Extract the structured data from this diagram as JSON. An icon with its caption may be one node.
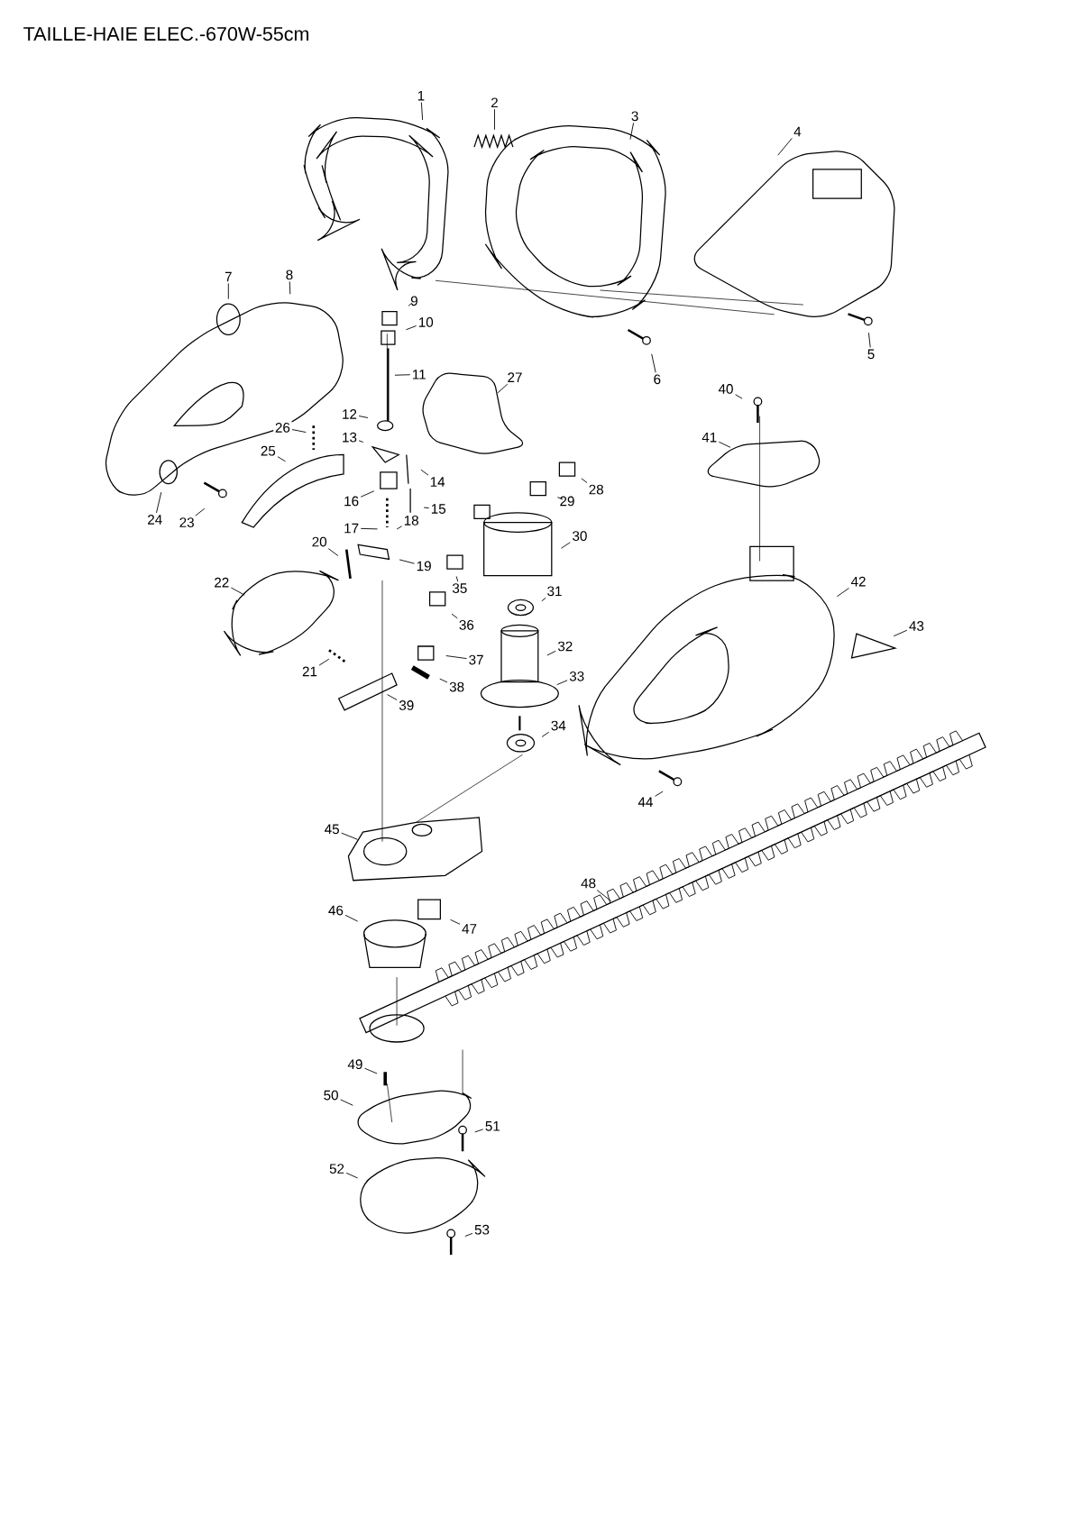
{
  "diagram": {
    "title": "TAILLE-HAIE ELEC.-670W-55cm",
    "nodes": [
      {
        "text": [
          "1"
        ]
      },
      {
        "text": [
          "2"
        ]
      },
      {
        "text": [
          "3"
        ]
      },
      {
        "text": [
          "4"
        ]
      },
      {
        "text": [
          "5"
        ]
      },
      {
        "text": [
          "6"
        ]
      },
      {
        "text": [
          "7"
        ]
      },
      {
        "text": [
          "8"
        ]
      },
      {
        "text": [
          "9"
        ]
      },
      {
        "text": [
          "10"
        ]
      },
      {
        "text": [
          "11"
        ]
      },
      {
        "text": [
          "12"
        ]
      },
      {
        "text": [
          "13"
        ]
      },
      {
        "text": [
          "14"
        ]
      },
      {
        "text": [
          "15"
        ]
      },
      {
        "text": [
          "16"
        ]
      },
      {
        "text": [
          "17"
        ]
      },
      {
        "text": [
          "18"
        ]
      },
      {
        "text": [
          "19"
        ]
      },
      {
        "text": [
          "20"
        ]
      },
      {
        "text": [
          "21"
        ]
      },
      {
        "text": [
          "22"
        ]
      },
      {
        "text": [
          "23"
        ]
      },
      {
        "text": [
          "24"
        ]
      },
      {
        "text": [
          "25"
        ]
      },
      {
        "text": [
          "26"
        ]
      },
      {
        "text": [
          "27"
        ]
      },
      {
        "text": [
          "28"
        ]
      },
      {
        "text": [
          "29"
        ]
      },
      {
        "text": [
          "30"
        ]
      },
      {
        "text": [
          "31"
        ]
      },
      {
        "text": [
          "32"
        ]
      },
      {
        "text": [
          "33"
        ]
      },
      {
        "text": [
          "34"
        ]
      },
      {
        "text": [
          "35"
        ]
      },
      {
        "text": [
          "36"
        ]
      },
      {
        "text": [
          "37"
        ]
      },
      {
        "text": [
          "38"
        ]
      },
      {
        "text": [
          "39"
        ]
      },
      {
        "text": [
          "40"
        ]
      },
      {
        "text": [
          "41"
        ]
      },
      {
        "text": [
          "42"
        ]
      },
      {
        "text": [
          "43"
        ]
      },
      {
        "text": [
          "44"
        ]
      },
      {
        "text": [
          "45"
        ]
      },
      {
        "text": [
          "46"
        ]
      },
      {
        "text": [
          "47"
        ]
      },
      {
        "text": [
          "48"
        ]
      },
      {
        "text": [
          "49"
        ]
      },
      {
        "text": [
          "50"
        ]
      },
      {
        "text": [
          "51"
        ]
      },
      {
        "text": [
          "52"
        ]
      },
      {
        "text": [
          "53"
        ]
      }
    ],
    "edges": [
      {
        "from": 0,
        "to": null,
        "arrow": "none"
      },
      {
        "from": 1,
        "to": null,
        "arrow": "none"
      },
      {
        "from": 2,
        "to": null,
        "arrow": "none"
      },
      {
        "from": 3,
        "to": null,
        "arrow": "none"
      },
      {
        "from": 4,
        "to": null,
        "arrow": "none"
      },
      {
        "from": 5,
        "to": null,
        "arrow": "none"
      },
      {
        "from": 6,
        "to": null,
        "arrow": "none"
      },
      {
        "from": 7,
        "to": null,
        "arrow": "none"
      },
      {
        "from": 8,
        "to": null,
        "arrow": "none"
      },
      {
        "from": 9,
        "to": null,
        "arrow": "none"
      },
      {
        "from": 10,
        "to": null,
        "arrow": "none"
      },
      {
        "from": 11,
        "to": null,
        "arrow": "none"
      },
      {
        "from": 12,
        "to": null,
        "arrow": "none"
      },
      {
        "from": 13,
        "to": null,
        "arrow": "none"
      },
      {
        "from": 14,
        "to": null,
        "arrow": "none"
      },
      {
        "from": 15,
        "to": null,
        "arrow": "none"
      },
      {
        "from": 16,
        "to": null,
        "arrow": "none"
      },
      {
        "from": 17,
        "to": null,
        "arrow": "none"
      },
      {
        "from": 18,
        "to": null,
        "arrow": "none"
      },
      {
        "from": 19,
        "to": null,
        "arrow": "none"
      },
      {
        "from": 20,
        "to": null,
        "arrow": "none"
      },
      {
        "from": 21,
        "to": null,
        "arrow": "none"
      },
      {
        "from": 22,
        "to": null,
        "arrow": "none"
      },
      {
        "from": 23,
        "to": null,
        "arrow": "none"
      },
      {
        "from": 24,
        "to": null,
        "arrow": "none"
      },
      {
        "from": 25,
        "to": null,
        "arrow": "none"
      },
      {
        "from": 26,
        "to": null,
        "arrow": "none"
      },
      {
        "from": 27,
        "to": null,
        "arrow": "none"
      },
      {
        "from": 28,
        "to": null,
        "arrow": "none"
      },
      {
        "from": 29,
        "to": null,
        "arrow": "none"
      },
      {
        "from": 30,
        "to": null,
        "arrow": "none"
      },
      {
        "from": 31,
        "to": null,
        "arrow": "none"
      },
      {
        "from": 32,
        "to": null,
        "arrow": "none"
      },
      {
        "from": 33,
        "to": null,
        "arrow": "none"
      },
      {
        "from": 34,
        "to": null,
        "arrow": "none"
      },
      {
        "from": 35,
        "to": null,
        "arrow": "none"
      },
      {
        "from": 36,
        "to": null,
        "arrow": "none"
      },
      {
        "from": 37,
        "to": null,
        "arrow": "none"
      },
      {
        "from": 38,
        "to": null,
        "arrow": "none"
      },
      {
        "from": 39,
        "to": null,
        "arrow": "none"
      },
      {
        "from": 40,
        "to": null,
        "arrow": "none"
      },
      {
        "from": 41,
        "to": null,
        "arrow": "none"
      },
      {
        "from": 42,
        "to": null,
        "arrow": "none"
      },
      {
        "from": 43,
        "to": null,
        "arrow": "none"
      },
      {
        "from": 44,
        "to": null,
        "arrow": "none"
      },
      {
        "from": 45,
        "to": null,
        "arrow": "none"
      },
      {
        "from": 46,
        "to": null,
        "arrow": "none"
      },
      {
        "from": 47,
        "to": null,
        "arrow": "none"
      },
      {
        "from": 48,
        "to": null,
        "arrow": "none"
      },
      {
        "from": 49,
        "to": null,
        "arrow": "none"
      },
      {
        "from": 50,
        "to": null,
        "arrow": "none"
      },
      {
        "from": 51,
        "to": null,
        "arrow": "none"
      },
      {
        "from": 52,
        "to": null,
        "arrow": "none"
      }
    ]
  }
}
